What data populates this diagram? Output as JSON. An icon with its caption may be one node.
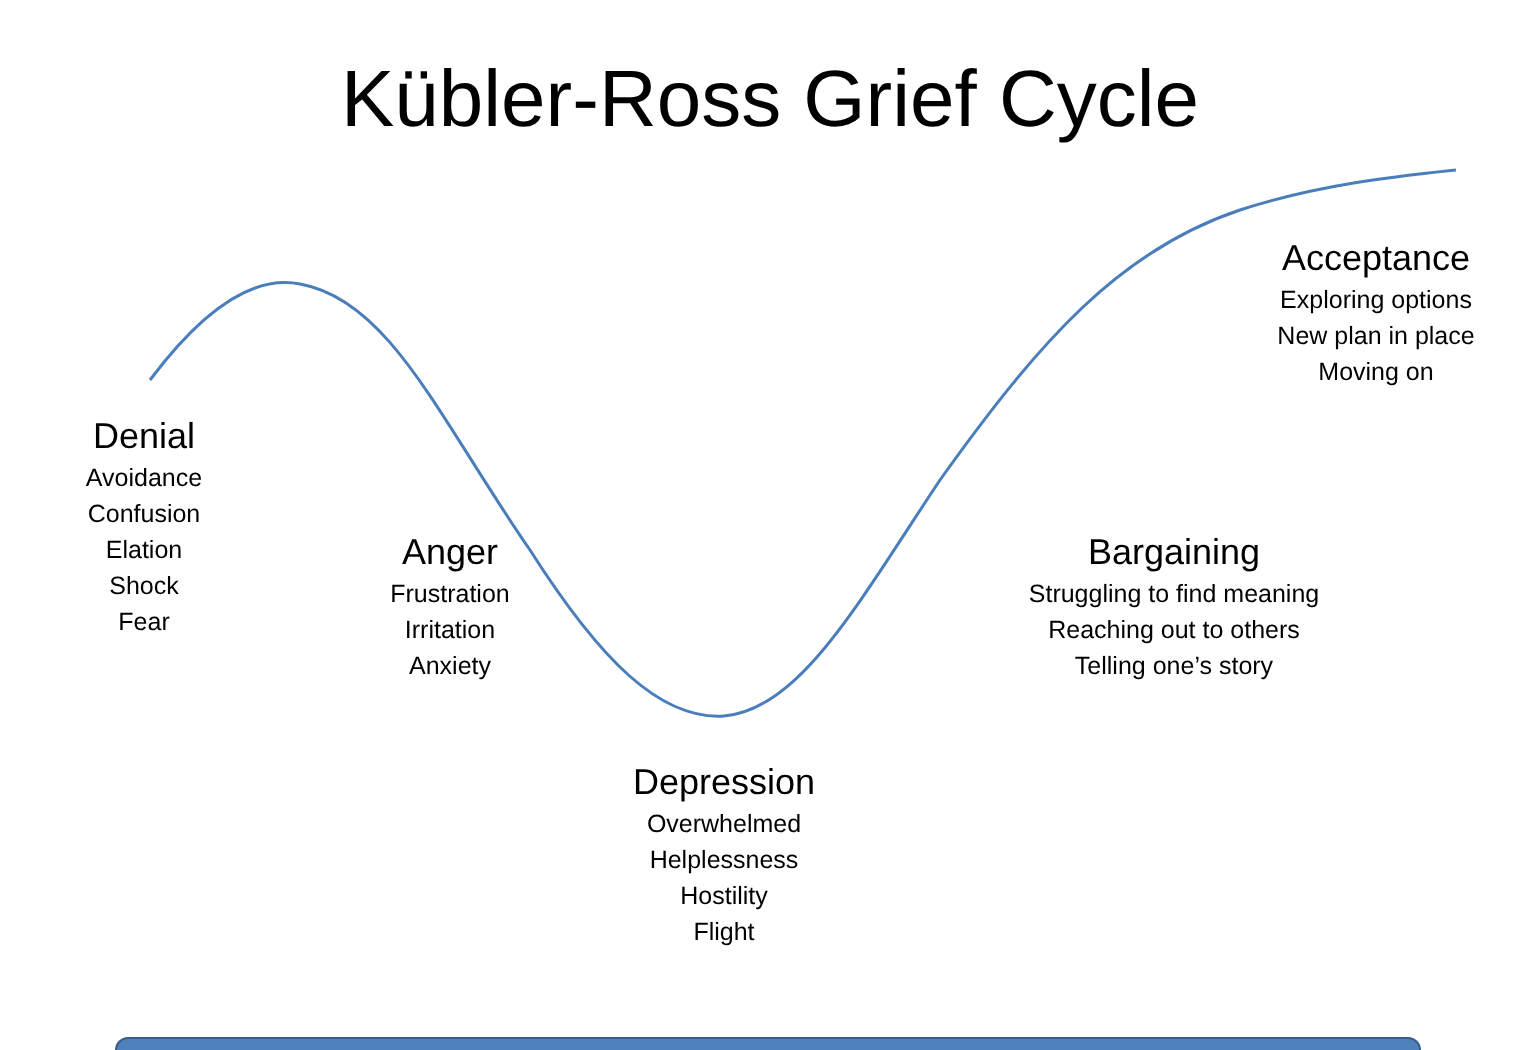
{
  "diagram": {
    "title": "Kübler-Ross Grief Cycle",
    "labels": [
      "Denial",
      "Avoidance",
      "Confusion",
      "Elation",
      "Shock",
      "Fear",
      "Anger",
      "Frustration",
      "Irritation",
      "Anxiety",
      "Depression",
      "Overwhelmed",
      "Helplessness",
      "Hostility",
      "Flight",
      "Bargaining",
      "Struggling to find meaning",
      "Reaching out to others",
      "Telling one’s story",
      "Acceptance",
      "Exploring options",
      "New plan in place",
      "Moving on"
    ]
  }
}
